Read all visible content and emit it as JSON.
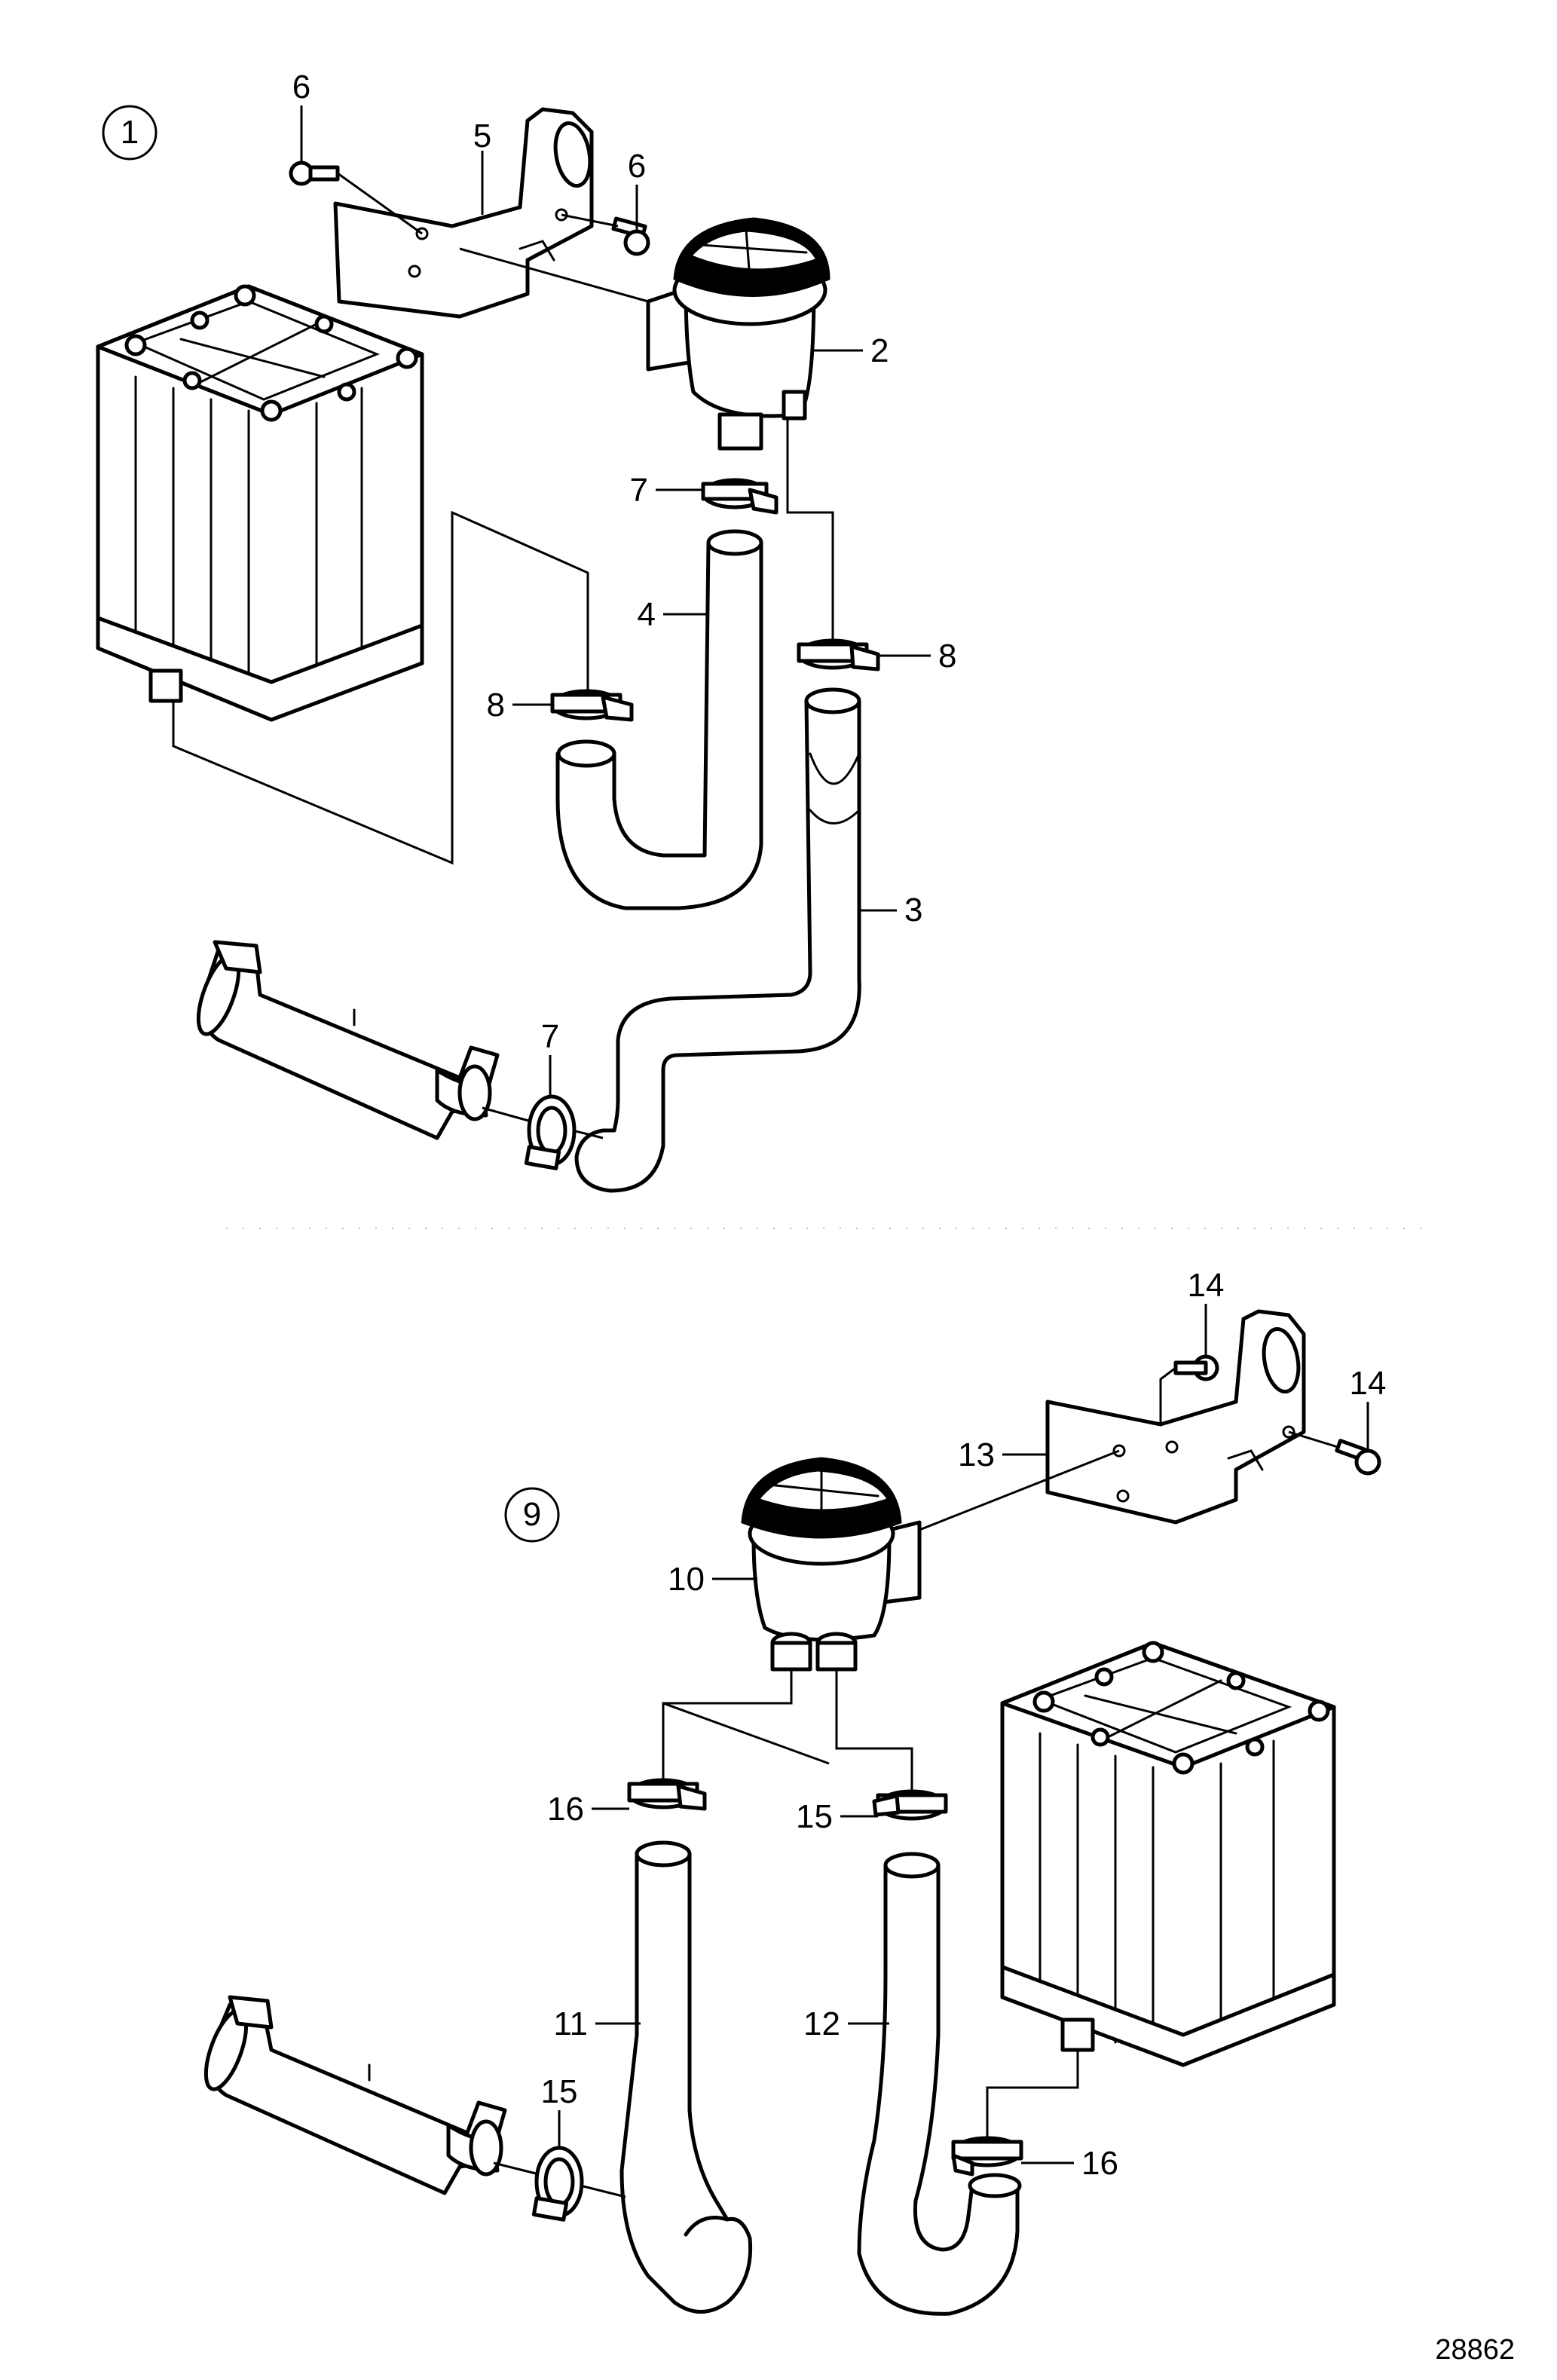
{
  "diagram": {
    "group_markers": [
      "1",
      "9"
    ],
    "callouts": {
      "c1": "6",
      "c2": "6",
      "c3": "5",
      "c4": "2",
      "c5": "7",
      "c6": "4",
      "c7": "8",
      "c8": "8",
      "c9": "3",
      "c10": "7",
      "c11": "14",
      "c12": "14",
      "c13": "13",
      "c14": "10",
      "c15": "16",
      "c16": "15",
      "c17": "11",
      "c18": "12",
      "c19": "15",
      "c20": "16"
    },
    "illustration_id": "28862"
  }
}
